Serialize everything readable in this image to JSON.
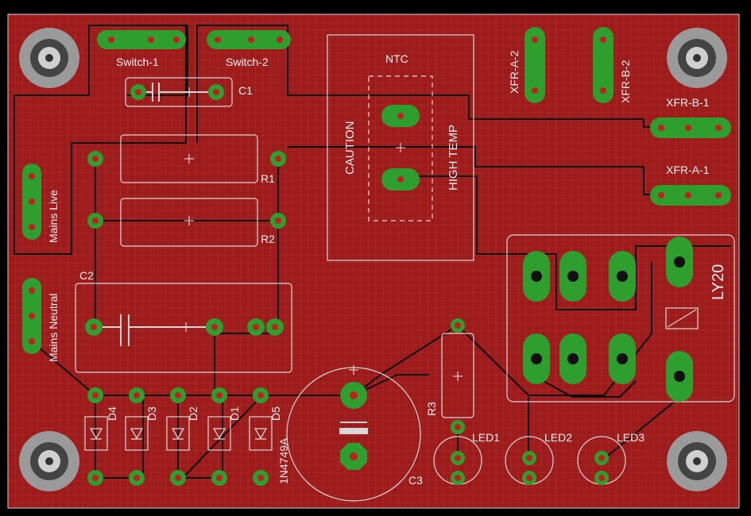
{
  "colors": {
    "background": "#000000",
    "board": "#9e1b1b",
    "grid": "#b53a3a",
    "pad": "#2e9e2e",
    "drill": "#c02020",
    "silk": "#e6e6e6",
    "trace": "#0a0a0a"
  },
  "labels": {
    "switch1": "Switch-1",
    "switch2": "Switch-2",
    "c1": "C1",
    "ntc": "NTC",
    "caution": "CAUTION",
    "high_temp": "HIGH TEMP",
    "xfr_a2": "XFR-A-2",
    "xfr_b2": "XFR-B-2",
    "xfr_b1": "XFR-B-1",
    "xfr_a1": "XFR-A-1",
    "r1": "R1",
    "r2": "R2",
    "mains_live": "Mains Live",
    "mains_neutral": "Mains Neutral",
    "c2": "C2",
    "ly20": "LY20",
    "r3": "R3",
    "d4": "D4",
    "d3": "D3",
    "d2": "D2",
    "d1": "D1",
    "d5": "D5",
    "zener": "1N4749A",
    "c3": "C3",
    "led1": "LED1",
    "led2": "LED2",
    "led3": "LED3"
  },
  "icons": {
    "mounting_hole": "mounting-hole-icon",
    "diode": "diode-symbol-icon",
    "relay_coil": "relay-coil-icon",
    "capacitor": "capacitor-symbol-icon"
  }
}
